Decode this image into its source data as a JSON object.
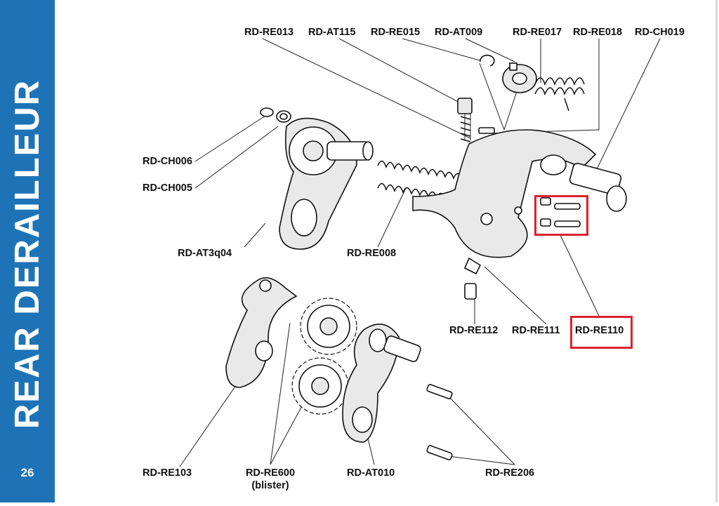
{
  "sidebar": {
    "title": "REAR DERAILLEUR",
    "page_number": "26"
  },
  "colors": {
    "sidebar": "#1e73b6",
    "highlight": "#d9232e"
  },
  "labels": {
    "rd_re013": "RD-RE013",
    "rd_at115": "RD-AT115",
    "rd_re015": "RD-RE015",
    "rd_at009": "RD-AT009",
    "rd_re017": "RD-RE017",
    "rd_re018": "RD-RE018",
    "rd_ch019": "RD-CH019",
    "rd_ch006": "RD-CH006",
    "rd_ch005": "RD-CH005",
    "rd_at3q04": "RD-AT3q04",
    "rd_re008": "RD-RE008",
    "rd_re112": "RD-RE112",
    "rd_re111": "RD-RE111",
    "rd_re110": "RD-RE110",
    "rd_re103": "RD-RE103",
    "rd_re600": "RD-RE600",
    "rd_re600_note": "(blister)",
    "rd_at010": "RD-AT010",
    "rd_re206": "RD-RE206"
  },
  "highlighted_parts": [
    "RD-RE110"
  ]
}
